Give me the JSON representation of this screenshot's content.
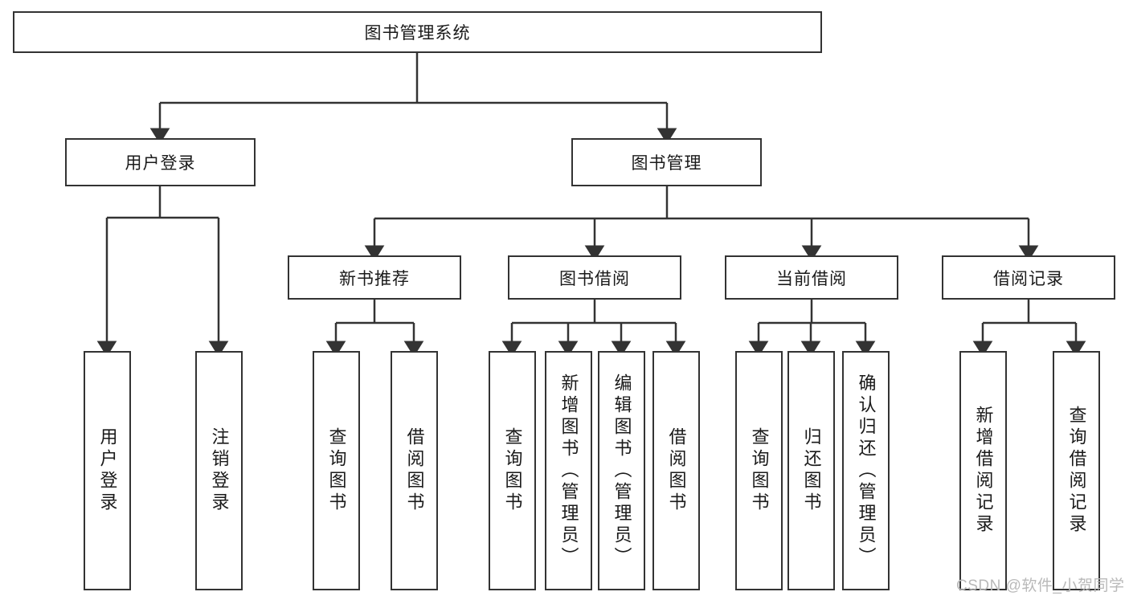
{
  "diagram": {
    "title": "图书管理系统",
    "type": "tree-hierarchy-chart",
    "colors": {
      "box_border": "#333333",
      "box_fill": "#ffffff",
      "edge": "#333333",
      "text": "#1a1a1a",
      "watermark": "#b9b9b9",
      "background": "#ffffff"
    }
  },
  "root": {
    "label": "图书管理系统"
  },
  "level2": [
    {
      "id": "user-login",
      "label": "用户登录"
    },
    {
      "id": "book-manage",
      "label": "图书管理"
    }
  ],
  "level3": [
    {
      "id": "new-book-recommend",
      "label": "新书推荐"
    },
    {
      "id": "book-borrow",
      "label": "图书借阅"
    },
    {
      "id": "current-borrow",
      "label": "当前借阅"
    },
    {
      "id": "borrow-record",
      "label": "借阅记录"
    }
  ],
  "leaves": {
    "user_login": [
      {
        "id": "leaf-user-login",
        "label": "用户登录"
      },
      {
        "id": "leaf-logout-login",
        "label": "注销登录"
      }
    ],
    "new_book_recommend": [
      {
        "id": "leaf-query-book-1",
        "label": "查询图书"
      },
      {
        "id": "leaf-borrow-book-1",
        "label": "借阅图书"
      }
    ],
    "book_borrow": [
      {
        "id": "leaf-query-book-2",
        "label": "查询图书"
      },
      {
        "id": "leaf-add-book-admin",
        "label": "新增图书（管理员）"
      },
      {
        "id": "leaf-edit-book-admin",
        "label": "编辑图书（管理员）"
      },
      {
        "id": "leaf-borrow-book-2",
        "label": "借阅图书"
      }
    ],
    "current_borrow": [
      {
        "id": "leaf-query-book-3",
        "label": "查询图书"
      },
      {
        "id": "leaf-return-book",
        "label": "归还图书"
      },
      {
        "id": "leaf-confirm-return-admin",
        "label": "确认归还（管理员）"
      }
    ],
    "borrow_record": [
      {
        "id": "leaf-add-borrow-record",
        "label": "新增借阅记录"
      },
      {
        "id": "leaf-query-borrow-record",
        "label": "查询借阅记录"
      }
    ]
  },
  "watermark": {
    "text": "CSDN @软件_小贺同学"
  }
}
